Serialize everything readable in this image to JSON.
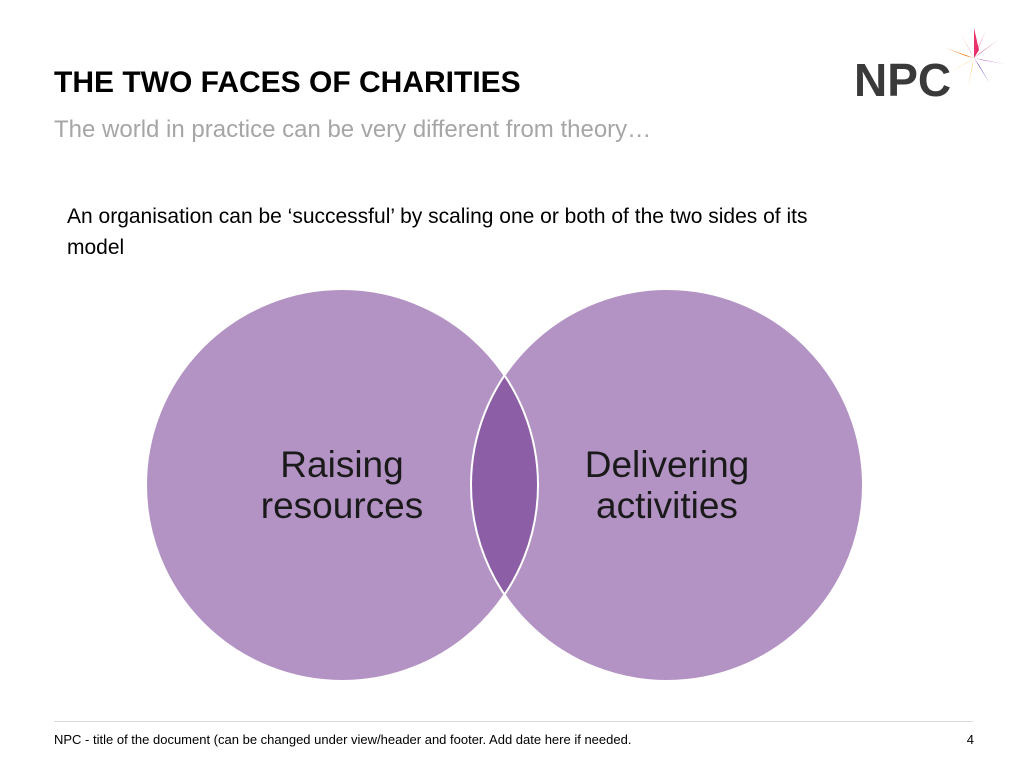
{
  "slide": {
    "title": "THE TWO FACES OF CHARITIES",
    "subtitle": "The world in practice can be very different from theory…",
    "intro": "An organisation can be ‘successful’ by scaling one or both of the two sides of its model"
  },
  "logo": {
    "text": "NPC",
    "icon": "star-burst-icon"
  },
  "venn": {
    "left_circle": {
      "line1": "Raising",
      "line2": "resources"
    },
    "right_circle": {
      "line1": "Delivering",
      "line2": "activities"
    },
    "colors": {
      "circle": "#b392c4",
      "overlap": "#8c5ea5"
    }
  },
  "footer": {
    "text": "NPC - title of the document (can be changed under view/header and footer. Add date here if needed.",
    "page": "4"
  }
}
